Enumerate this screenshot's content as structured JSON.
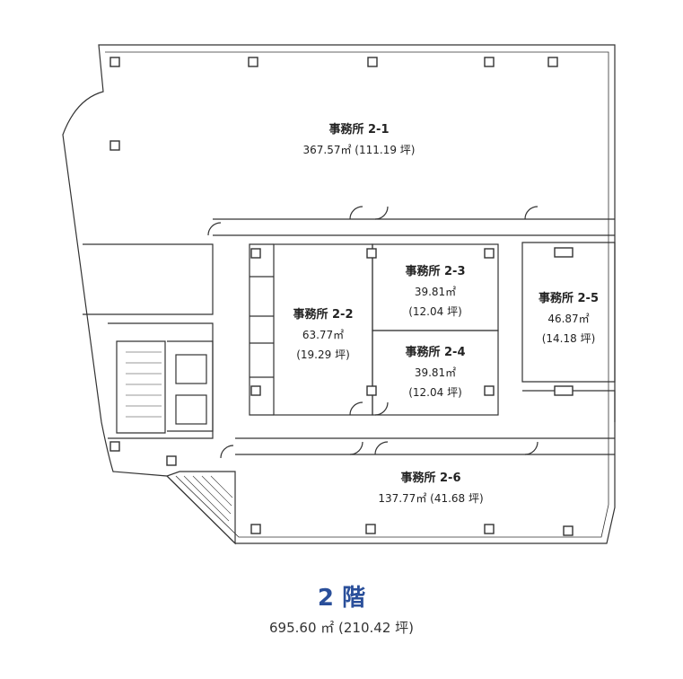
{
  "rooms": [
    {
      "id": "2-1",
      "name": "事務所 2-1",
      "area": "367.57㎡ (111.19 坪)"
    },
    {
      "id": "2-2",
      "name": "事務所 2-2",
      "area": "63.77㎡",
      "tsubo": "(19.29 坪)"
    },
    {
      "id": "2-3",
      "name": "事務所 2-3",
      "area": "39.81㎡",
      "tsubo": "(12.04 坪)"
    },
    {
      "id": "2-4",
      "name": "事務所 2-4",
      "area": "39.81㎡",
      "tsubo": "(12.04 坪)"
    },
    {
      "id": "2-5",
      "name": "事務所 2-5",
      "area": "46.87㎡",
      "tsubo": "(14.18 坪)"
    },
    {
      "id": "2-6",
      "name": "事務所 2-6",
      "area": "137.77㎡ (41.68 坪)"
    }
  ],
  "floor": {
    "title": "2 階",
    "total": "695.60 ㎡ (210.42 坪)"
  },
  "colors": {
    "title": "#2a4f9a",
    "wall": "#333333"
  }
}
